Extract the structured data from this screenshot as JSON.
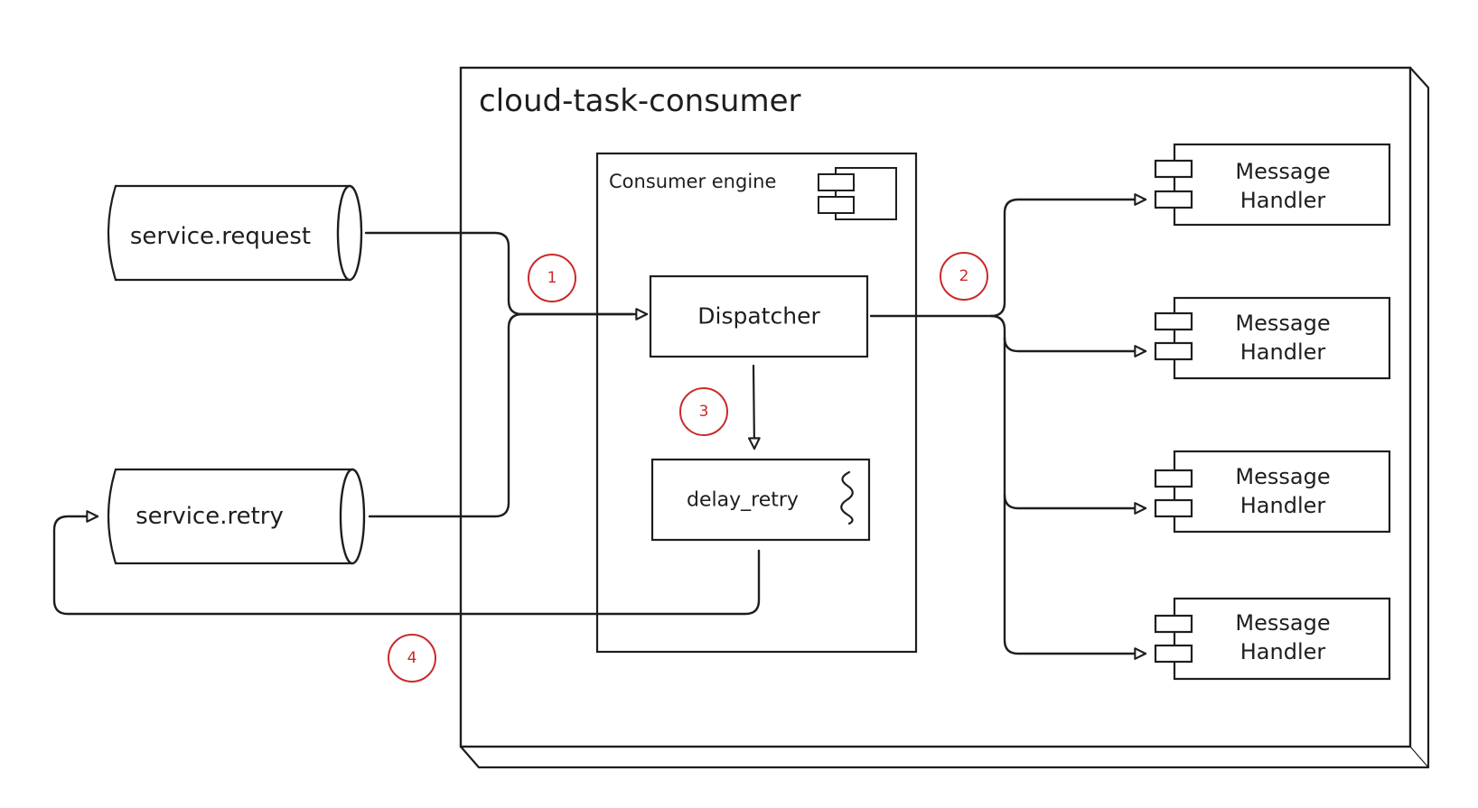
{
  "diagram": {
    "node": {
      "label": "cloud-task-consumer"
    },
    "engine": {
      "label": "Consumer engine",
      "icon": "component-icon"
    },
    "dispatcher": {
      "label": "Dispatcher"
    },
    "delay_retry": {
      "label": "delay_retry",
      "icon": "wave-icon"
    },
    "queues": [
      {
        "label": "service.request"
      },
      {
        "label": "service.retry"
      }
    ],
    "handlers": [
      {
        "line1": "Message",
        "line2": "Handler"
      },
      {
        "line1": "Message",
        "line2": "Handler"
      },
      {
        "line1": "Message",
        "line2": "Handler"
      },
      {
        "line1": "Message",
        "line2": "Handler"
      }
    ],
    "steps": [
      "1",
      "2",
      "3",
      "4"
    ],
    "colors": {
      "stroke": "#1e1e1e",
      "badge": "#c92a2a",
      "background": "#ffffff"
    }
  }
}
